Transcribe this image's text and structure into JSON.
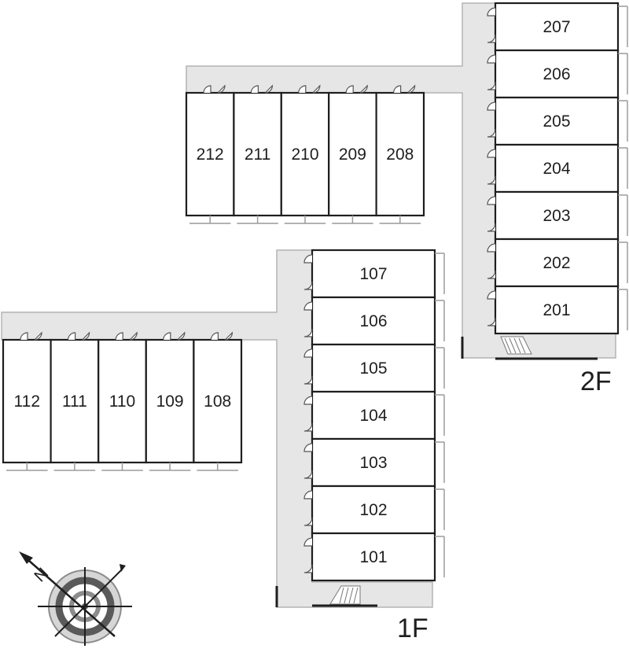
{
  "floors": [
    {
      "label": "2F",
      "vertical_units": [
        "207",
        "206",
        "205",
        "204",
        "203",
        "202",
        "201"
      ],
      "horizontal_units": [
        "212",
        "211",
        "210",
        "209",
        "208"
      ]
    },
    {
      "label": "1F",
      "vertical_units": [
        "107",
        "106",
        "105",
        "104",
        "103",
        "102",
        "101"
      ],
      "horizontal_units": [
        "112",
        "111",
        "110",
        "109",
        "108"
      ]
    }
  ],
  "compass": {
    "north_label": "N",
    "icon": "compass-rose-icon"
  },
  "colors": {
    "wall": "#1e1e1e",
    "corridor": "#e6e6e6",
    "corridor_edge": "#b4b4b4"
  }
}
